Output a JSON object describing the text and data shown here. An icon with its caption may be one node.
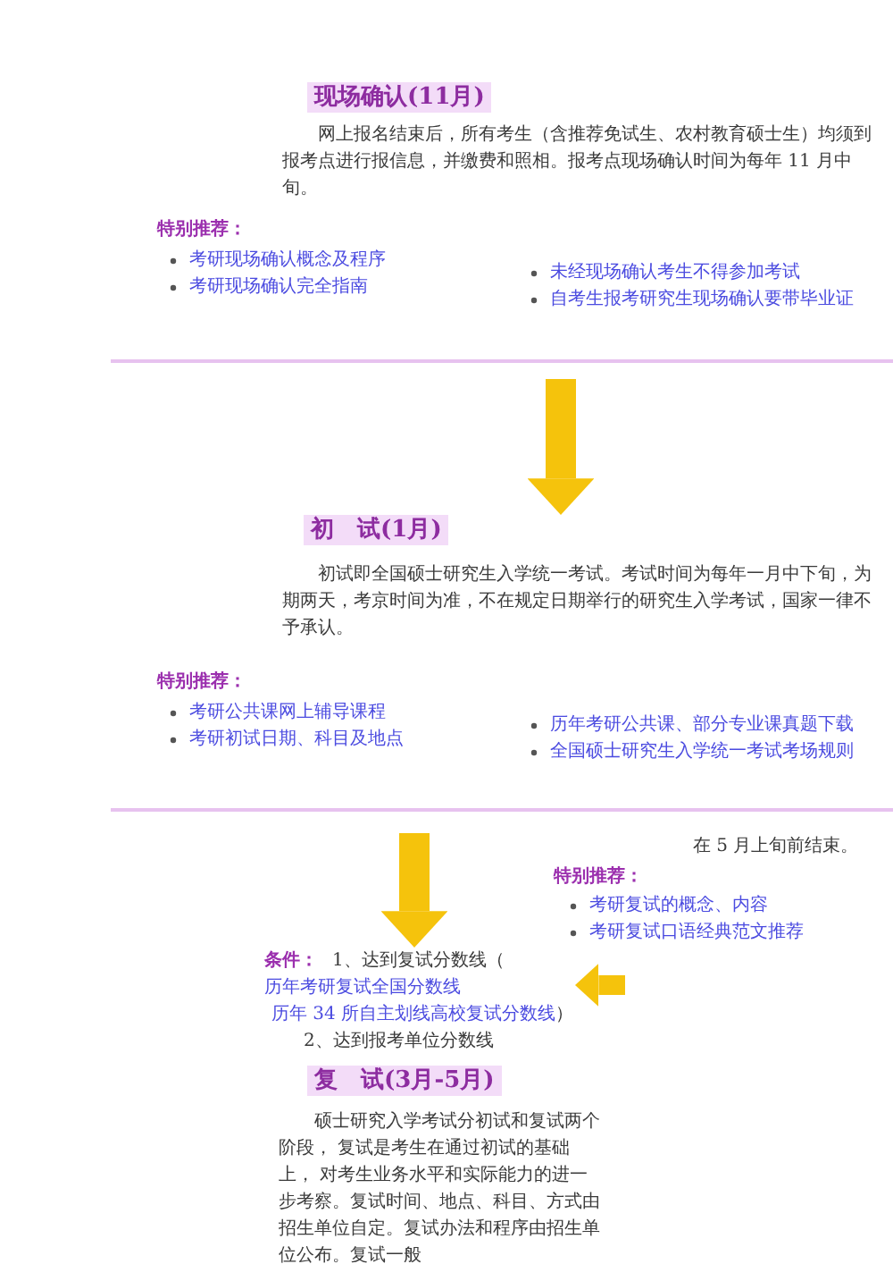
{
  "diagram": {
    "nodes": [
      {
        "text": [
          "现场确认(11月)",
          "网上报名结束后，所有考生（含推荐免试生、农村教育硕士生）均须到报考点进行报信息，并缴费和照相。报考点现场确认时间为每年 11 月中旬。"
        ]
      },
      {
        "text": [
          "初　试(1月)",
          "初试即全国硕士研究生入学统一考试。考试时间为每年一月中下旬，为期两天，考京时间为准，不在规定日期举行的研究生入学考试，国家一律不予承认。"
        ]
      },
      {
        "text": [
          "条件：",
          "1、达到复试分数线（",
          "历年考研复试全国分数线",
          "历年 34 所自主划线高校复试分数线",
          "）",
          "2、达到报考单位分数线"
        ]
      },
      {
        "text": [
          "复　试(3月-5月)",
          "硕士研究入学考试分初试和复试两个阶段， 复试是考生在通过初试的基础上， 对考生业务水平和实际能力的进一步考察。复试时间、地点、科目、方式由招生单位自定。复试办法和程序由招生单位公布。复试一般"
        ]
      }
    ],
    "edges": [
      {
        "from": null,
        "to": 1,
        "arrow": "to"
      },
      {
        "from": null,
        "to": 2,
        "arrow": "to"
      },
      {
        "from": null,
        "to": 2,
        "arrow": "to"
      }
    ],
    "labels": [
      "特别推荐：",
      "考研现场确认概念及程序",
      "考研现场确认完全指南",
      "未经现场确认考生不得参加考试",
      "自考生报考研究生现场确认要带毕业证",
      "特别推荐：",
      "考研公共课网上辅导课程",
      "考研初试日期、科目及地点",
      "历年考研公共课、部分专业课真题下载",
      "全国硕士研究生入学统一考试考场规则",
      "在 5 月上旬前结束。",
      "特别推荐：",
      "考研复试的概念、内容",
      "考研复试口语经典范文推荐"
    ]
  }
}
